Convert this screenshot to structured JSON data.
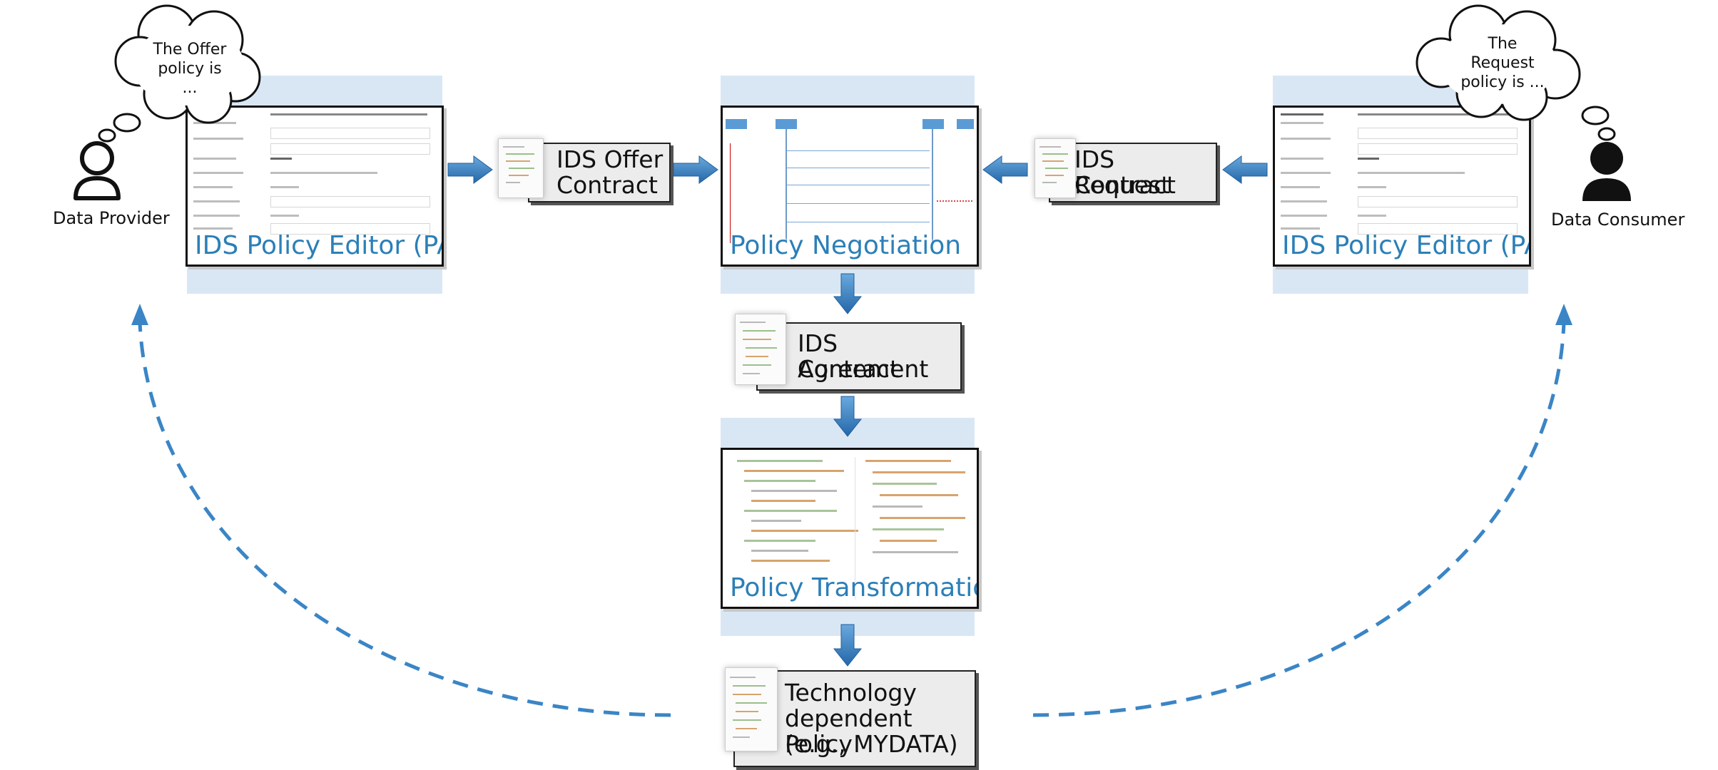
{
  "actors": {
    "provider": "Data Provider",
    "consumer": "Data Consumer"
  },
  "clouds": {
    "provider_thought": [
      "The Offer",
      "policy is",
      "..."
    ],
    "consumer_thought": [
      "The",
      "Request",
      "policy is ..."
    ]
  },
  "panels": {
    "provider_editor": "IDS Policy Editor (PAP)",
    "negotiation": "Policy Negotiation",
    "consumer_editor": "IDS Policy Editor (PAP)",
    "transformation": "Policy Transformation"
  },
  "contracts": {
    "offer": [
      "IDS Offer",
      "Contract"
    ],
    "request": [
      "IDS Request",
      "Contract"
    ],
    "agreement": [
      "IDS Agreement",
      "Contract"
    ],
    "technology": [
      "Technology",
      "dependent Policy",
      "(e.g., MYDATA)"
    ]
  },
  "colors": {
    "arrow": "#2f7fc1",
    "panel_title": "#2b7fb8",
    "panel_bg": "#d9e7f5",
    "dashed": "#3a85c6"
  }
}
